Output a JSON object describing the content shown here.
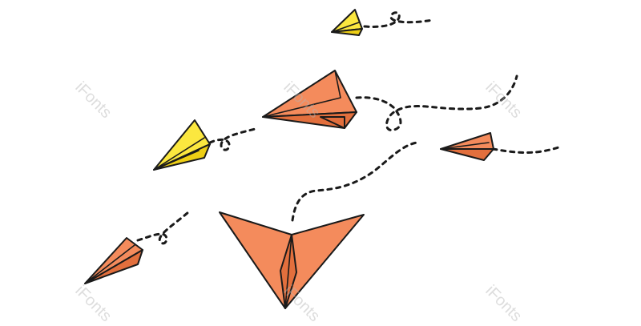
{
  "watermark": {
    "text": "iFonts"
  },
  "colors": {
    "orange_light": "#f48b5c",
    "orange_dark": "#e26f3d",
    "yellow_light": "#fbe73f",
    "yellow_dark": "#eecf15",
    "outline": "#1a1a1a",
    "background": "#ffffff"
  },
  "scene": {
    "planes": [
      {
        "name": "large-orange",
        "color": "orange"
      },
      {
        "name": "center-orange",
        "color": "orange"
      },
      {
        "name": "small-orange-right",
        "color": "orange"
      },
      {
        "name": "small-orange-left",
        "color": "orange"
      },
      {
        "name": "yellow-left",
        "color": "yellow"
      },
      {
        "name": "yellow-top",
        "color": "yellow"
      }
    ]
  }
}
